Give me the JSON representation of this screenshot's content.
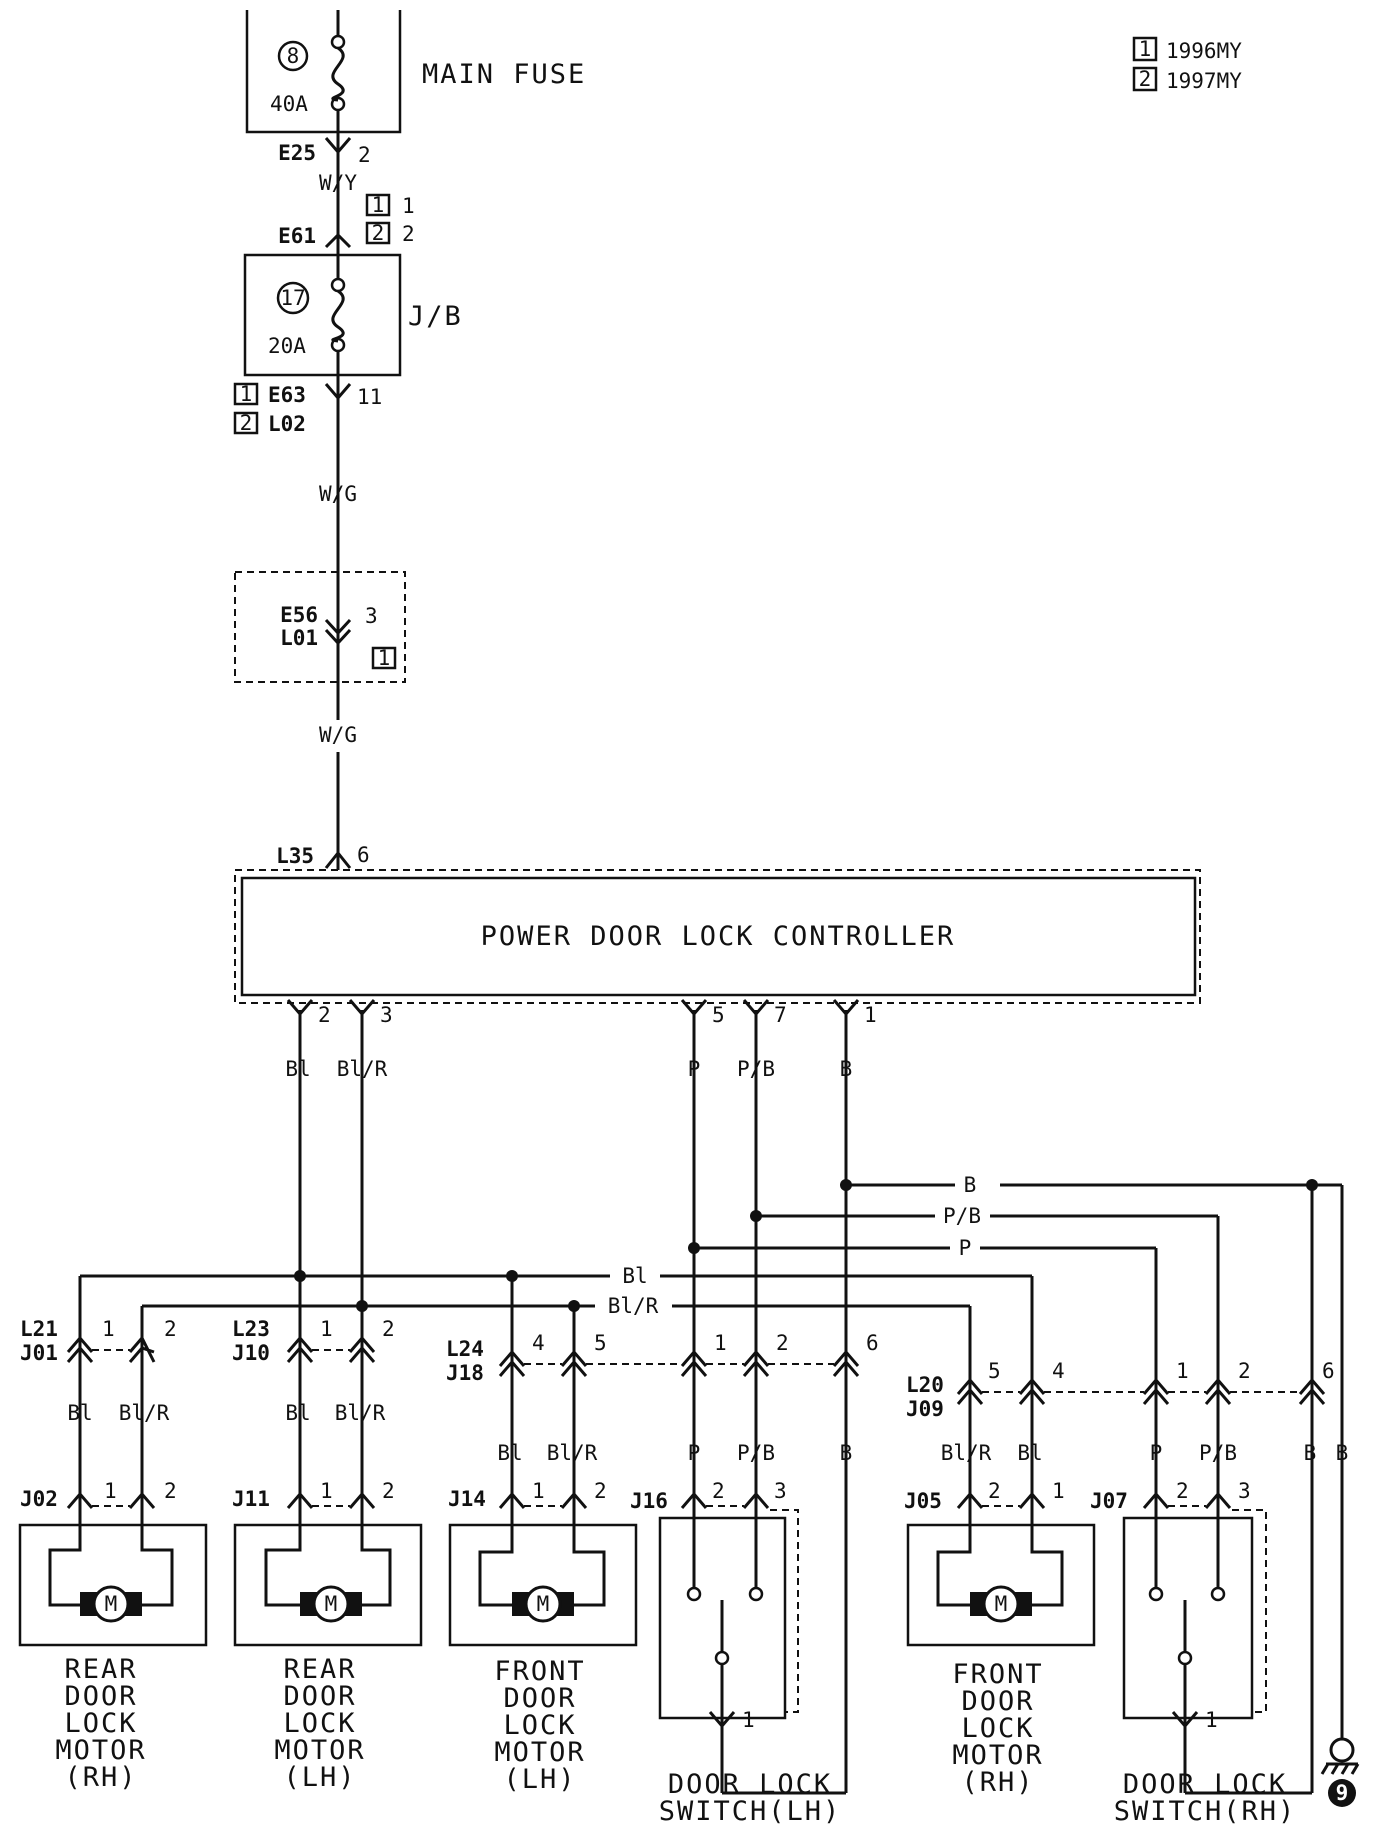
{
  "legend": [
    {
      "key": "1",
      "text": "1996MY"
    },
    {
      "key": "2",
      "text": "1997MY"
    }
  ],
  "main_fuse": {
    "label": "MAIN FUSE",
    "number": "8",
    "rating": "40A"
  },
  "jb_fuse": {
    "label": "J/B",
    "number": "17",
    "rating": "20A"
  },
  "controller": {
    "label": "POWER DOOR LOCK CONTROLLER"
  },
  "connectors": {
    "e25": "E25",
    "e25_pin": "2",
    "e61": "E61",
    "e61_pin1": "1",
    "e61_pin2": "2",
    "e63": "E63",
    "l02": "L02",
    "e63_pin": "11",
    "e56": "E56",
    "l01": "L01",
    "e56_pin": "3",
    "l35": "L35",
    "l35_pin": "6",
    "ctrl_pins": [
      "2",
      "3",
      "5",
      "7",
      "1"
    ],
    "l21": "L21",
    "j01": "J01",
    "l23": "L23",
    "j10": "J10",
    "l24": "L24",
    "j18": "J18",
    "l20": "L20",
    "j09": "J09",
    "j02": "J02",
    "j11": "J11",
    "j14": "J14",
    "j16": "J16",
    "j05": "J05",
    "j07": "J07"
  },
  "wires": {
    "wy": "W/Y",
    "wg": "W/G",
    "bl": "Bl",
    "blr": "Bl/R",
    "p": "P",
    "pb": "P/B",
    "b": "B"
  },
  "pins": {
    "one": "1",
    "two": "2",
    "three": "3",
    "four": "4",
    "five": "5",
    "six": "6"
  },
  "components": {
    "rear_rh": [
      "REAR",
      "DOOR",
      "LOCK",
      "MOTOR",
      "(RH)"
    ],
    "rear_lh": [
      "REAR",
      "DOOR",
      "LOCK",
      "MOTOR",
      "(LH)"
    ],
    "front_lh": [
      "FRONT",
      "DOOR",
      "LOCK",
      "MOTOR",
      "(LH)"
    ],
    "switch_lh": [
      "DOOR LOCK",
      "SWITCH(LH)"
    ],
    "front_rh": [
      "FRONT",
      "DOOR",
      "LOCK",
      "MOTOR",
      "(RH)"
    ],
    "switch_rh": [
      "DOOR LOCK",
      "SWITCH(RH)"
    ]
  },
  "motor_symbol": "M",
  "ground_number": "9",
  "icons": [
    "fuse-icon",
    "motor-icon",
    "switch-icon",
    "ground-icon",
    "splice-dot"
  ]
}
